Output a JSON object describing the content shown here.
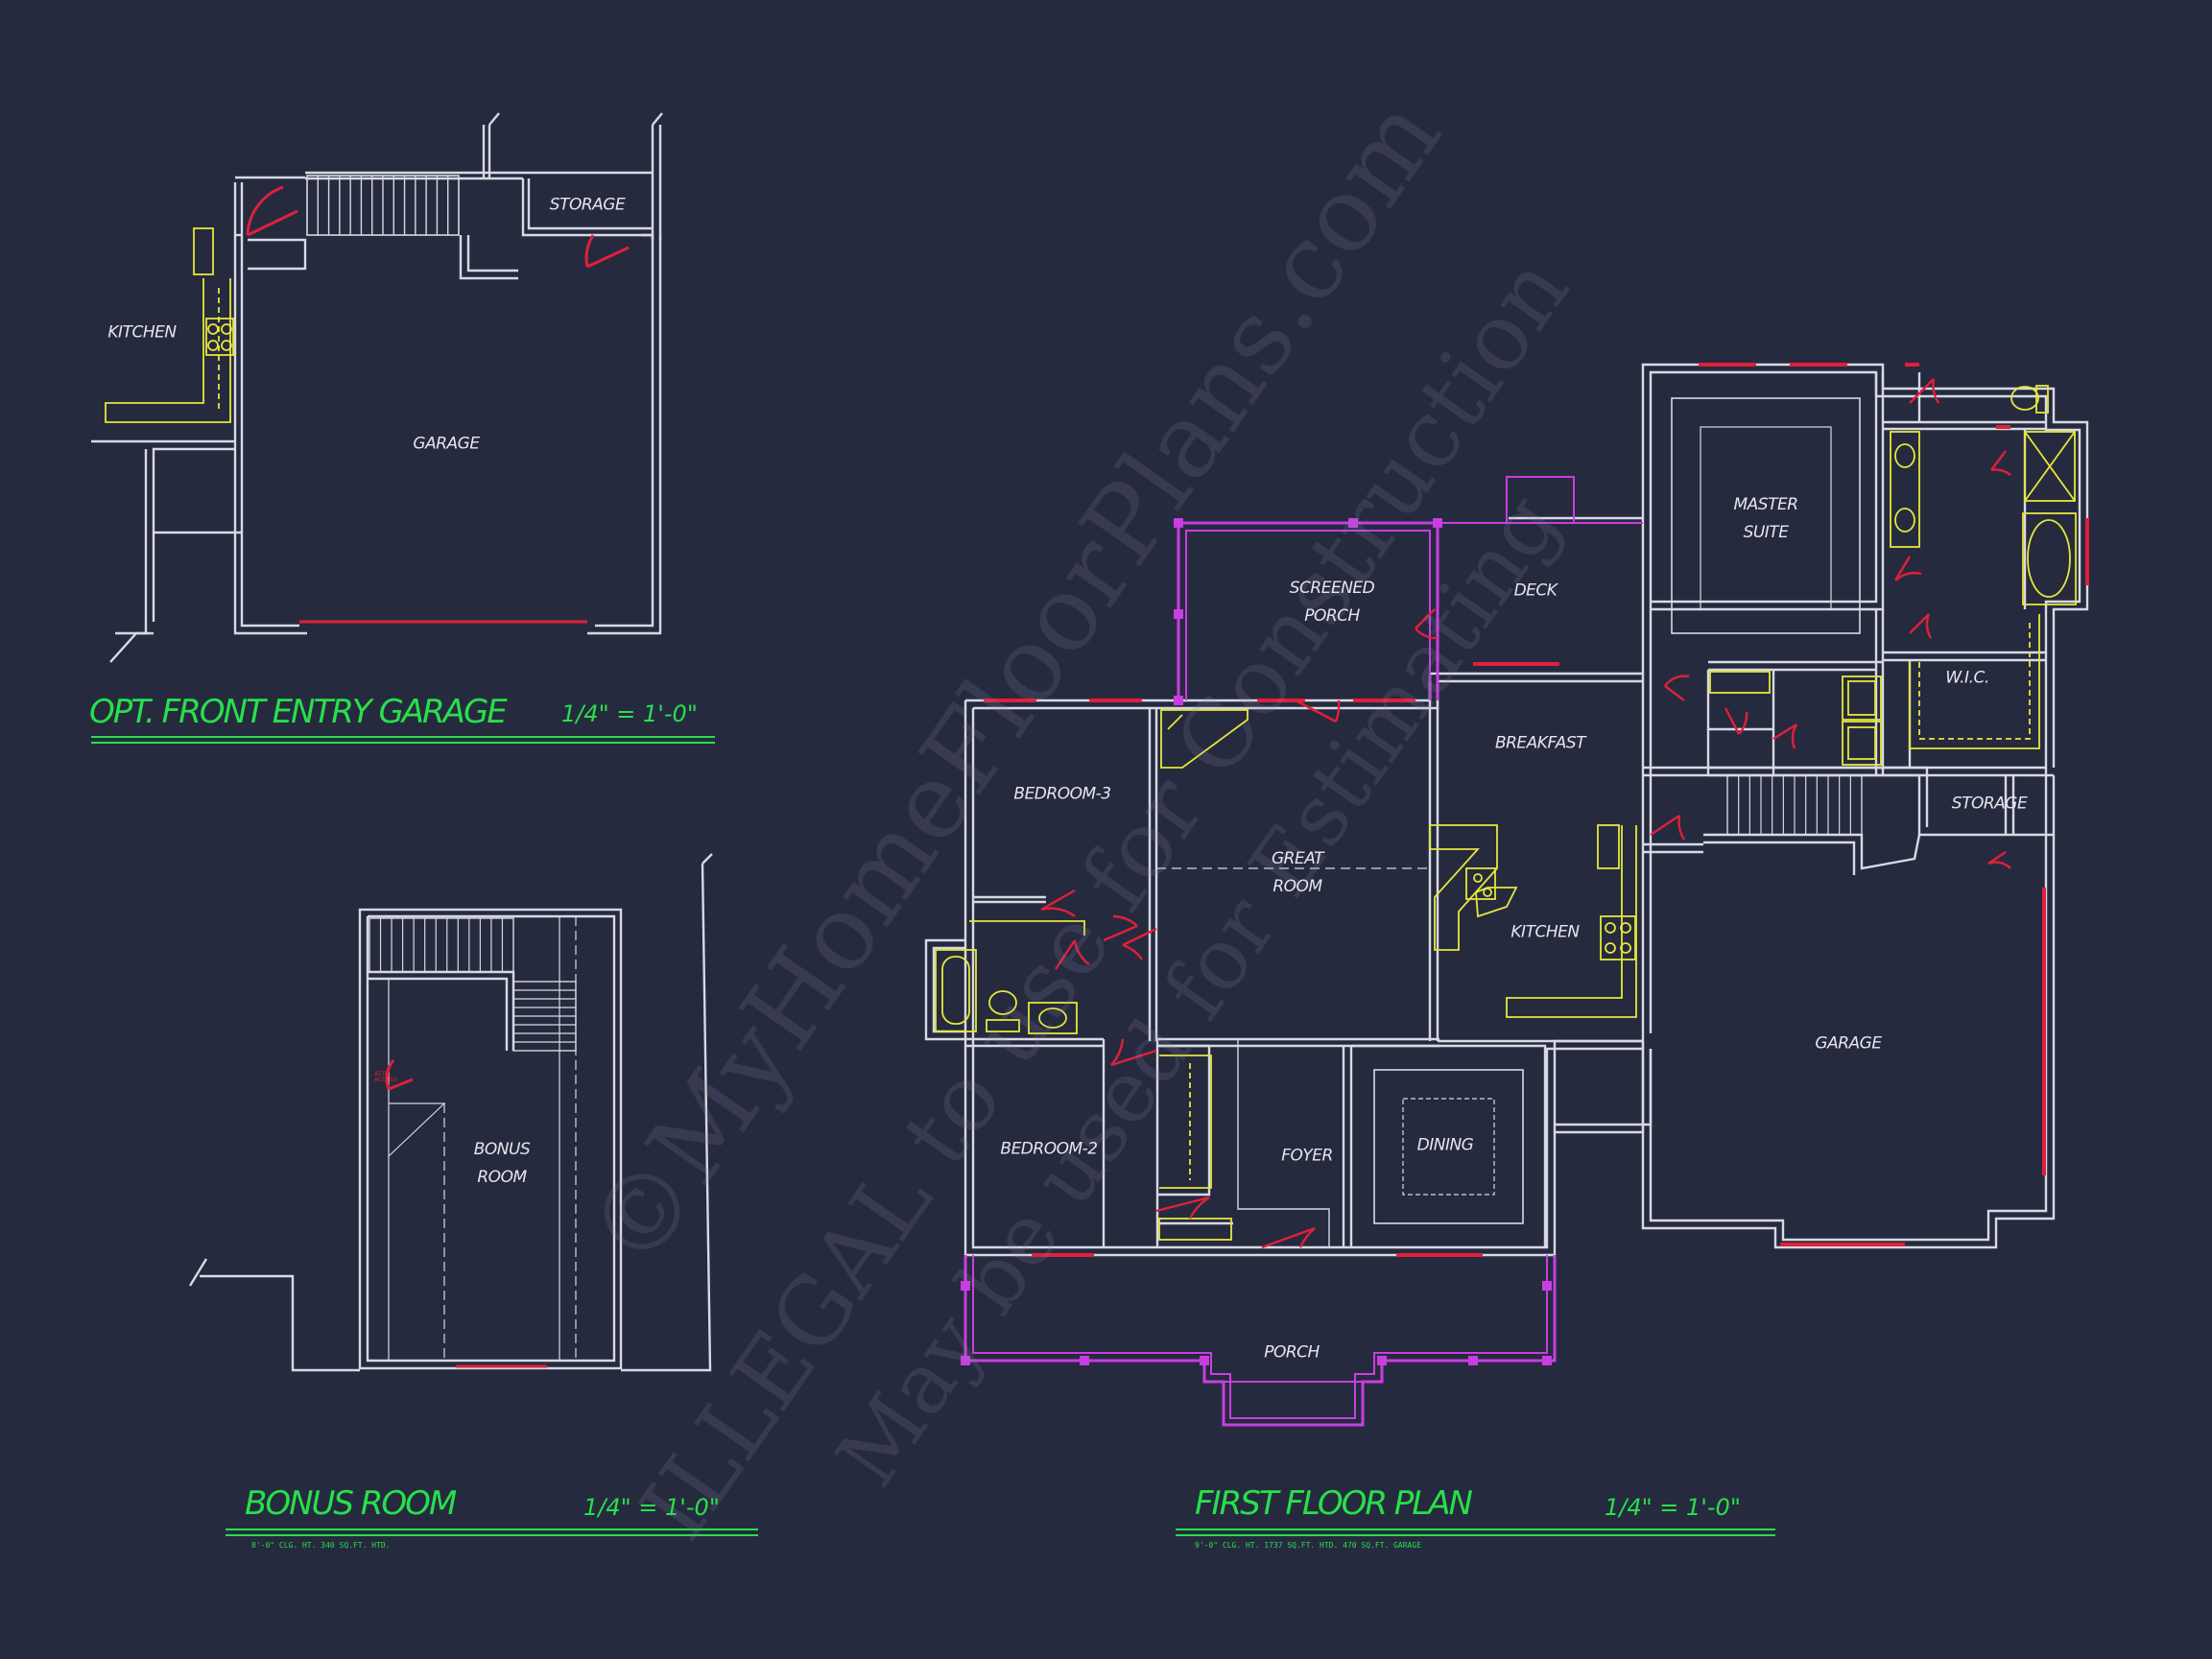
{
  "colors": {
    "background": "#262a3f",
    "wall": "#d7d9e3",
    "window": "#e0203a",
    "door": "#e0203a",
    "fixture": "#e6e63a",
    "porch": "#c83ee0",
    "title": "#27e04a",
    "watermark": "#8c91aa"
  },
  "watermark": {
    "line1": "©MyHomeFloorPlans.com",
    "line2": "ILLEGAL to use for Construction",
    "line3": "May be used for Estimating"
  },
  "front_entry_garage": {
    "title": "OPT. FRONT ENTRY GARAGE",
    "scale": "1/4\" = 1'-0\"",
    "rooms": {
      "storage": "STORAGE",
      "kitchen": "KITCHEN",
      "garage": "GARAGE"
    }
  },
  "bonus": {
    "title": "BONUS ROOM",
    "scale": "1/4\" = 1'-0\"",
    "note": "8'-0\" CLG. HT.     340 SQ.FT. HTD.",
    "attic_tag": "ATTIC ACCESS",
    "rooms": {
      "bonus_line1": "BONUS",
      "bonus_line2": "ROOM"
    }
  },
  "first_floor": {
    "title": "FIRST FLOOR PLAN",
    "scale": "1/4\" = 1'-0\"",
    "note": "9'-0\" CLG. HT.     1737 SQ.FT. HTD.     470 SQ.FT. GARAGE",
    "rooms": {
      "screened_line1": "SCREENED",
      "screened_line2": "PORCH",
      "deck": "DECK",
      "master_line1": "MASTER",
      "master_line2": "SUITE",
      "wic": "W.I.C.",
      "breakfast": "BREAKFAST",
      "storage": "STORAGE",
      "bedroom3": "BEDROOM-3",
      "great_line1": "GREAT",
      "great_line2": "ROOM",
      "kitchen": "KITCHEN",
      "garage": "GARAGE",
      "bedroom2": "BEDROOM-2",
      "foyer": "FOYER",
      "dining": "DINING",
      "porch": "PORCH"
    }
  }
}
